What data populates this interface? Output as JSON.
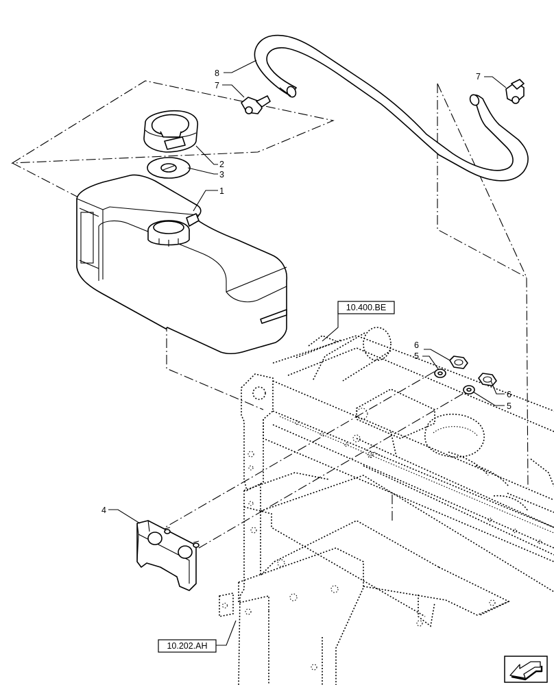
{
  "callouts": {
    "c1": "1",
    "c2": "2",
    "c3": "3",
    "c4": "4",
    "c5a": "5",
    "c5b": "5",
    "c6a": "6",
    "c6b": "6",
    "c7a": "7",
    "c7b": "7",
    "c8": "8"
  },
  "references": {
    "ref_top": "10.400.BE",
    "ref_bottom": "10.202.AH"
  },
  "nav_icon": "arrow-bottom-left-icon"
}
